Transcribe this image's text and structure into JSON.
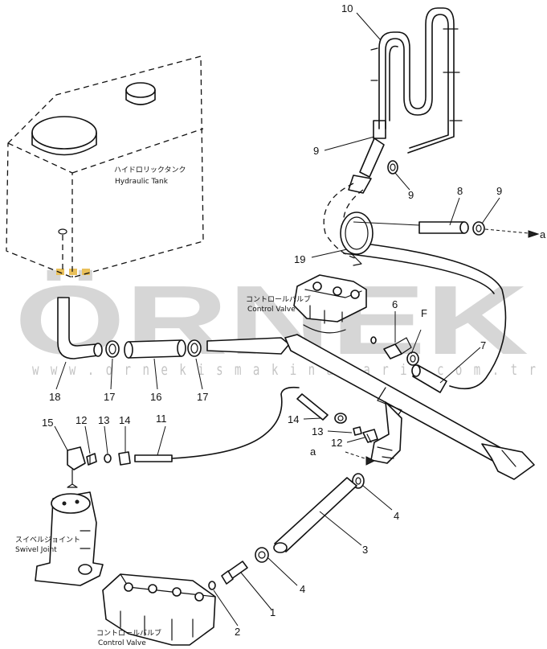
{
  "labels": {
    "tank_jp": "ハイドロリックタンク",
    "tank_en": "Hydraulic Tank",
    "control_valve_top_jp": "コントロールバルブ",
    "control_valve_top_en": "Control Valve",
    "swivel_jp": "スイベルジョイント",
    "swivel_en": "Swivel Joint",
    "control_valve_bottom_jp": "コントロールバルブ",
    "control_valve_bottom_en": "Control Valve",
    "arrow_a_right": "a",
    "arrow_a_left": "a",
    "letter_f": "F"
  },
  "callouts": [
    "10",
    "9",
    "9",
    "8",
    "9",
    "19",
    "6",
    "7",
    "18",
    "17",
    "16",
    "17",
    "15",
    "12",
    "13",
    "14",
    "11",
    "14",
    "13",
    "12",
    "4",
    "3",
    "4",
    "1",
    "2"
  ],
  "watermark": {
    "logo": "ÖRNEK",
    "site": "w w w . o r n e k i s m a k i n a l a r i . c o m . t r"
  }
}
